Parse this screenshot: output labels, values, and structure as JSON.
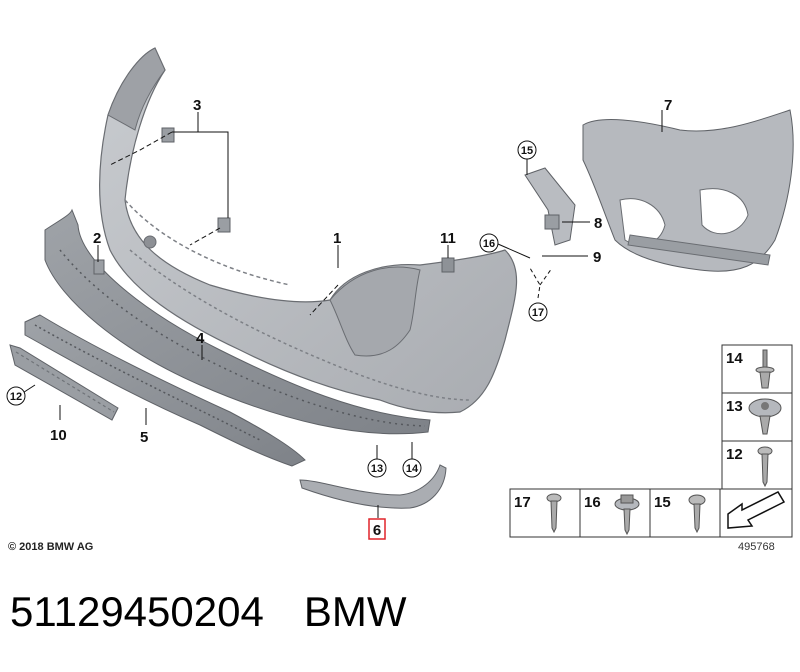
{
  "callouts": {
    "n1": "1",
    "n2": "2",
    "n3": "3",
    "n4": "4",
    "n5": "5",
    "n6": "6",
    "n7": "7",
    "n8": "8",
    "n9": "9",
    "n10": "10",
    "n11": "11",
    "n12": "12",
    "n13": "13",
    "n14": "14",
    "n15": "15",
    "n16": "16",
    "n17": "17"
  },
  "parts_table": {
    "r14": "14",
    "r13": "13",
    "r12": "12",
    "c17": "17",
    "c16": "16",
    "c15": "15"
  },
  "colors": {
    "part_fill": "#b9bcc1",
    "part_stroke": "#6a6d72",
    "highlight": "#e0242a"
  },
  "copyright": "© 2018 BMW AG",
  "diagram_number": "495768",
  "footer": {
    "part_number": "51129450204",
    "brand": "BMW"
  }
}
